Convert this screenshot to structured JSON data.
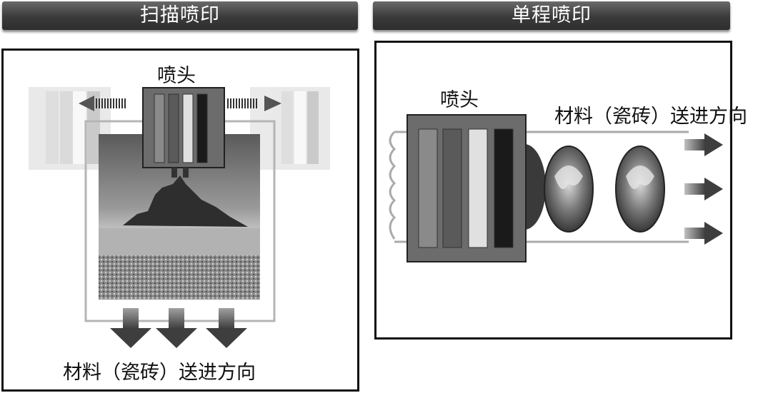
{
  "left_panel": {
    "title": "扫描喷印",
    "head_label": "喷头",
    "direction_label": "材料（瓷砖）送进方向"
  },
  "right_panel": {
    "title": "单程喷印",
    "head_label": "喷头",
    "direction_label": "材料（瓷砖）送进方向"
  }
}
